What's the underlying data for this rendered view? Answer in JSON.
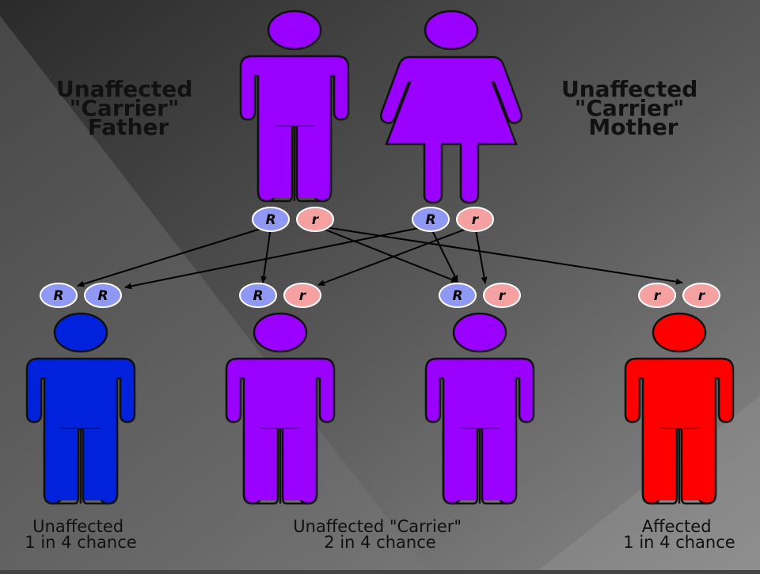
{
  "colors": {
    "carrier": "#9900ff",
    "unaffected": "#0022dd",
    "affected": "#ff0000",
    "allele_dominant": "#8f98f5",
    "allele_recessive": "#f6a1a1"
  },
  "parents": {
    "father": {
      "label_lines": [
        "Unaffected",
        "\"Carrier\"",
        "Father"
      ],
      "alleles": [
        "R",
        "r"
      ],
      "icon": "male-figure-icon"
    },
    "mother": {
      "label_lines": [
        "Unaffected",
        "\"Carrier\"",
        "Mother"
      ],
      "alleles": [
        "R",
        "r"
      ],
      "icon": "female-figure-icon"
    }
  },
  "children": [
    {
      "alleles": [
        "R",
        "R"
      ],
      "status": "unaffected",
      "icon": "male-figure-icon"
    },
    {
      "alleles": [
        "R",
        "r"
      ],
      "status": "carrier",
      "icon": "male-figure-icon"
    },
    {
      "alleles": [
        "R",
        "r"
      ],
      "status": "carrier",
      "icon": "male-figure-icon"
    },
    {
      "alleles": [
        "r",
        "r"
      ],
      "status": "affected",
      "icon": "male-figure-icon"
    }
  ],
  "outcomes": {
    "unaffected": {
      "line1": "Unaffected",
      "line2": "1 in 4 chance"
    },
    "carrier": {
      "line1": "Unaffected \"Carrier\"",
      "line2": "2 in 4 chance"
    },
    "affected": {
      "line1": "Affected",
      "line2": "1 in 4 chance"
    }
  }
}
